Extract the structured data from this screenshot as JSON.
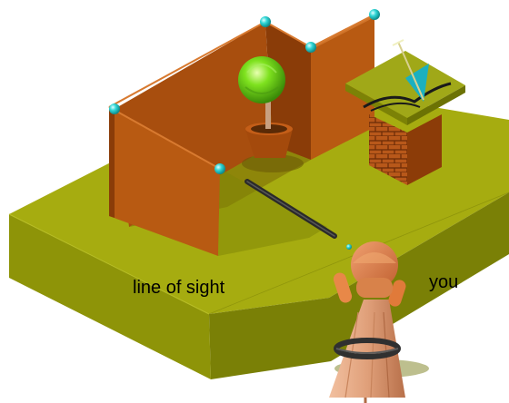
{
  "labels": {
    "line_of_sight": "line of sight",
    "you": "you"
  },
  "colors": {
    "platform_top": "#a6ac10",
    "platform_front": "#8e9408",
    "platform_side": "#7a8006",
    "wall_front": "#b85a12",
    "wall_side": "#8a3c08",
    "wall_top": "#c86a1a",
    "vertex_marker": "#2fd6d6",
    "figure_body": "#e0a07a",
    "tree_foliage": "#66d81a"
  },
  "icons": {
    "vertex_marker": "cyan-sphere",
    "tree": "potted-tree-icon",
    "chimney": "brick-chimney-icon",
    "figure": "wooden-figure-icon"
  }
}
